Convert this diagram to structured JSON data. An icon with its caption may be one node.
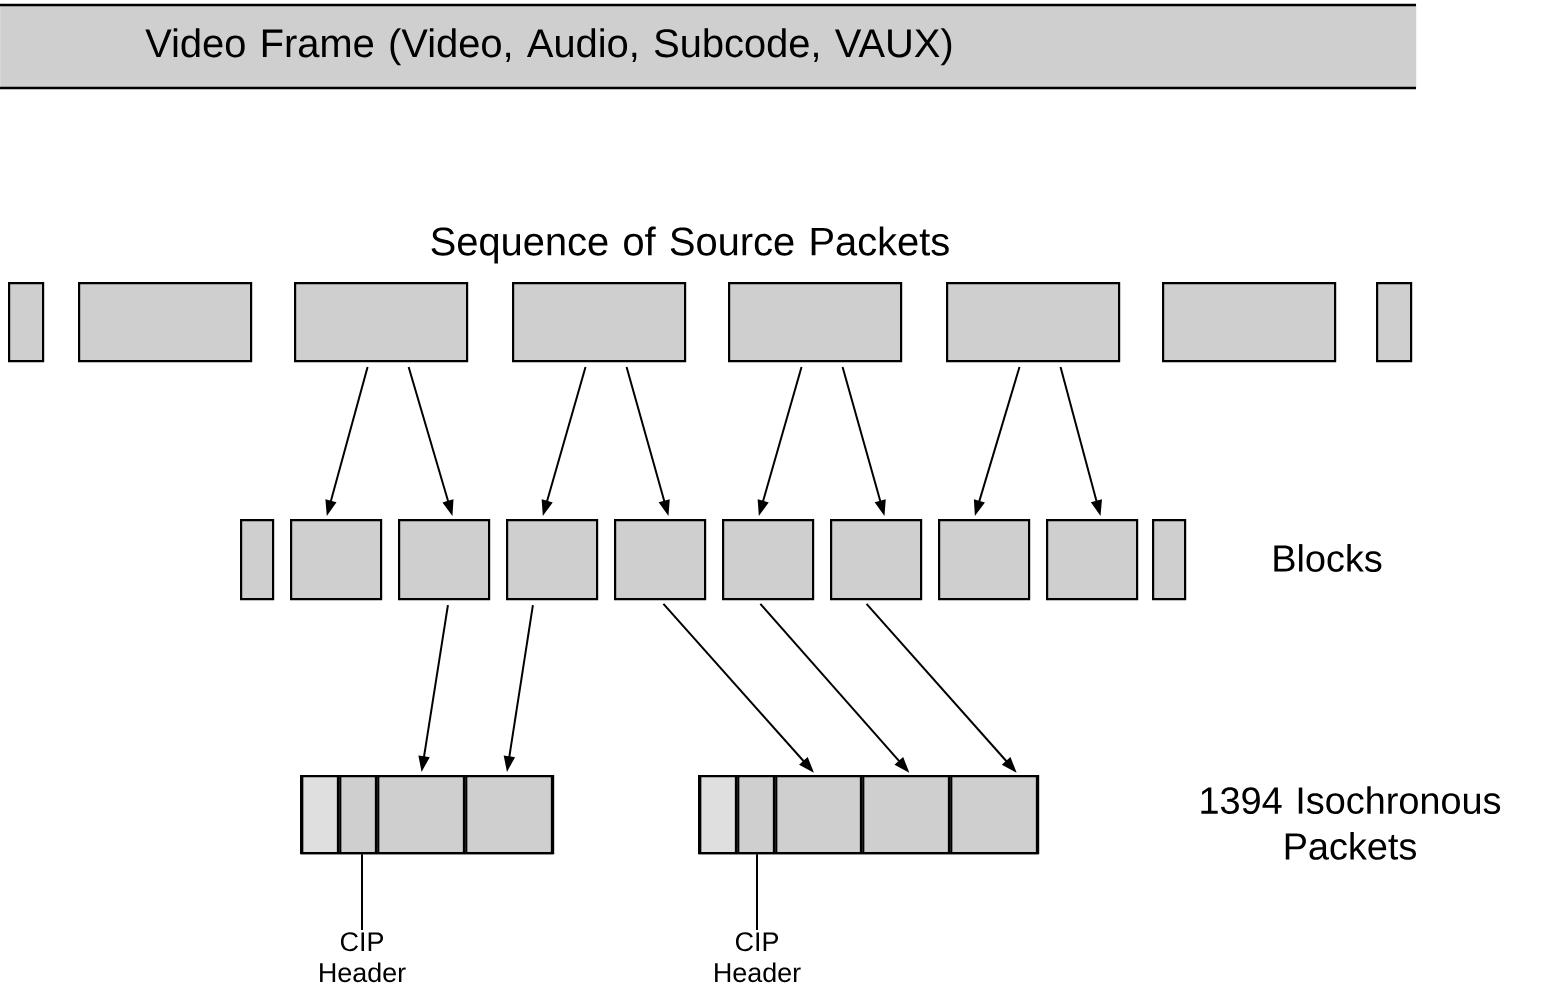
{
  "diagram": {
    "nodes": [
      {
        "text": [
          "Video Frame (Video, Audio, Subcode, VAUX)"
        ]
      },
      {
        "text": [],
        "shape": "box"
      },
      {
        "text": [],
        "shape": "box"
      },
      {
        "text": [],
        "shape": "box"
      },
      {
        "text": [],
        "shape": "box"
      },
      {
        "text": [],
        "shape": "box"
      },
      {
        "text": [],
        "shape": "box"
      },
      {
        "text": [],
        "shape": "box"
      },
      {
        "text": [],
        "shape": "box"
      },
      {
        "text": [],
        "shape": "box"
      },
      {
        "text": [],
        "shape": "box"
      },
      {
        "text": [],
        "shape": "box"
      },
      {
        "text": [],
        "shape": "box"
      },
      {
        "text": [],
        "shape": "box"
      },
      {
        "text": [],
        "shape": "box"
      },
      {
        "text": [],
        "shape": "box"
      },
      {
        "text": [],
        "shape": "box"
      },
      {
        "text": [],
        "shape": "box"
      },
      {
        "text": [],
        "shape": "box"
      },
      {
        "text": [],
        "shape": "box"
      },
      {
        "text": [],
        "shape": "box",
        "in": 19
      },
      {
        "text": [],
        "shape": "box",
        "in": 19
      },
      {
        "text": [],
        "shape": "box",
        "in": 19
      },
      {
        "text": [],
        "shape": "box",
        "in": 19
      },
      {
        "text": [],
        "shape": "box"
      },
      {
        "text": [],
        "shape": "box",
        "in": 24
      },
      {
        "text": [],
        "shape": "box",
        "in": 24
      },
      {
        "text": [],
        "shape": "box",
        "in": 24
      },
      {
        "text": [],
        "shape": "box",
        "in": 24
      },
      {
        "text": [],
        "shape": "box",
        "in": 24
      },
      {
        "text": [
          "CIP Header"
        ]
      },
      {
        "text": [
          "CIP Header"
        ]
      }
    ],
    "edges": [
      {
        "from": 3,
        "to": 10,
        "arrow": "to"
      },
      {
        "from": 3,
        "to": 11,
        "arrow": "to"
      },
      {
        "from": 4,
        "to": 12,
        "arrow": "to"
      },
      {
        "from": 4,
        "to": 13,
        "arrow": "to"
      },
      {
        "from": 5,
        "to": 14,
        "arrow": "to"
      },
      {
        "from": 5,
        "to": 15,
        "arrow": "to"
      },
      {
        "from": 6,
        "to": 16,
        "arrow": "to"
      },
      {
        "from": 6,
        "to": 17,
        "arrow": "to"
      },
      {
        "from": 11,
        "to": 22,
        "arrow": "to"
      },
      {
        "from": 12,
        "to": 23,
        "arrow": "to"
      },
      {
        "from": 13,
        "to": 27,
        "arrow": "to"
      },
      {
        "from": 14,
        "to": 28,
        "arrow": "to"
      },
      {
        "from": 15,
        "to": 29,
        "arrow": "to"
      },
      {
        "from": 30,
        "to": 21,
        "arrow": "none"
      },
      {
        "from": 31,
        "to": 26,
        "arrow": "none"
      }
    ],
    "labels": [
      "Sequence of Source Packets",
      "Blocks",
      "1394 Isochronous Packets"
    ]
  }
}
